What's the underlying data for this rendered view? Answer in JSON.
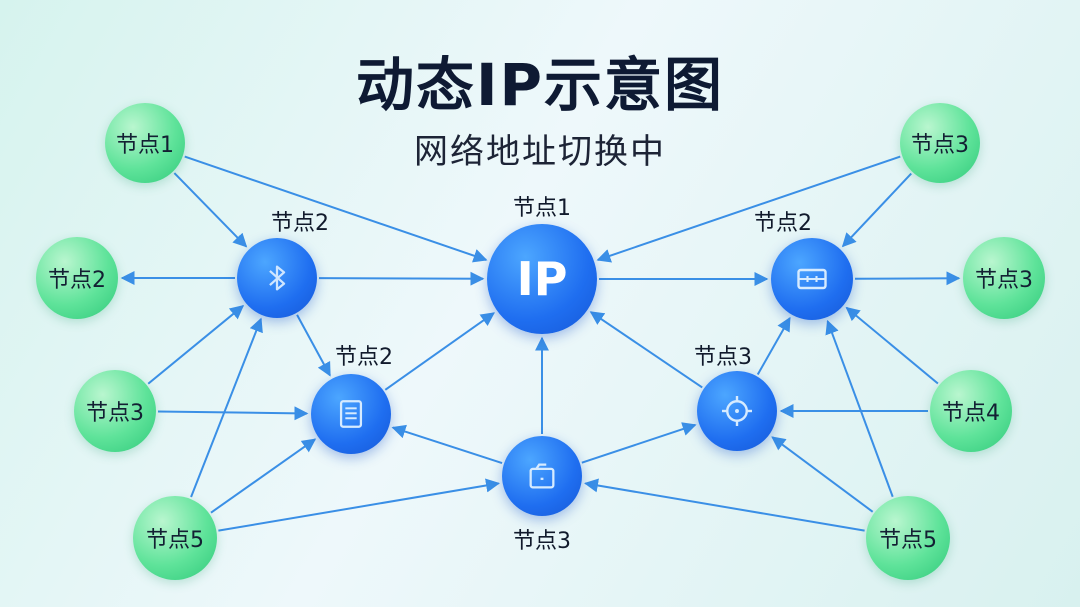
{
  "title": "动态IP示意图",
  "subtitle": "网络地址切换中",
  "hub": {
    "text": "IP",
    "label": "节点1"
  },
  "green_nodes": {
    "top_left": "节点1",
    "mid_left": "节点2",
    "low_left": "节点3",
    "bottom_left": "节点5",
    "top_right": "节点3",
    "mid_right": "节点3",
    "low_right": "节点4",
    "bottom_right": "节点5"
  },
  "blue_nodes": {
    "bluetooth": {
      "label": "节点2",
      "icon": "bluetooth-icon"
    },
    "document": {
      "label": "节点2",
      "icon": "document-icon"
    },
    "bottom": {
      "label": "节点3",
      "icon": "briefcase-icon"
    },
    "target": {
      "label": "节点3",
      "icon": "crosshair-icon"
    },
    "server": {
      "label": "节点2",
      "icon": "router-icon"
    }
  },
  "colors": {
    "arrow": "#3a8fe6",
    "blue_node": "#1f6ef0",
    "green_node": "#5fe39a"
  }
}
